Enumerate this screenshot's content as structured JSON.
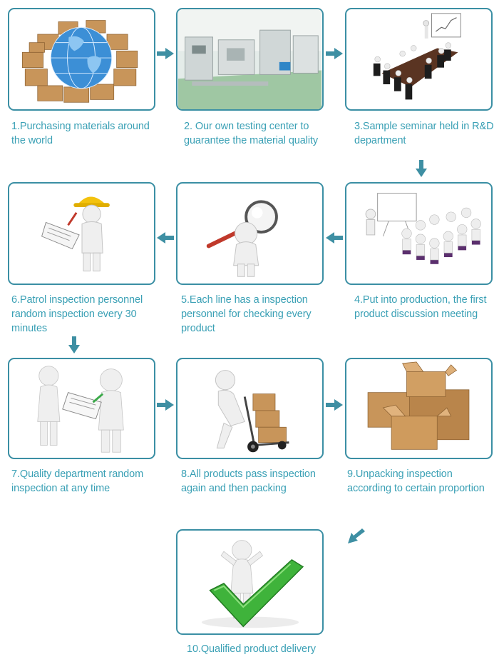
{
  "steps": [
    {
      "label": "1.Purchasing materials around the world",
      "icon": "globe-boxes-icon"
    },
    {
      "label": "2.  Our own testing center to guarantee the material quality",
      "icon": "laboratory-icon"
    },
    {
      "label": "3.Sample seminar held in R&D department",
      "icon": "boardroom-meeting-icon"
    },
    {
      "label": "4.Put into production, the first product discussion meeting",
      "icon": "audience-presentation-icon"
    },
    {
      "label": "5.Each line has a inspection personnel for checking every product",
      "icon": "magnifier-inspector-icon"
    },
    {
      "label": "6.Patrol inspection personnel random inspection every 30 minutes",
      "icon": "hardhat-inspector-icon"
    },
    {
      "label": "7.Quality department random inspection at any time",
      "icon": "clipboard-review-icon"
    },
    {
      "label": "8.All products pass inspection again and then packing",
      "icon": "hand-truck-icon"
    },
    {
      "label": "9.Unpacking inspection according to certain proportion",
      "icon": "open-boxes-icon"
    },
    {
      "label": "10.Qualified product delivery",
      "icon": "checkmark-approval-icon"
    }
  ],
  "colors": {
    "frame": "#3b8fa4",
    "caption": "#3aa0b5",
    "arrow": "#3e8fa3"
  }
}
